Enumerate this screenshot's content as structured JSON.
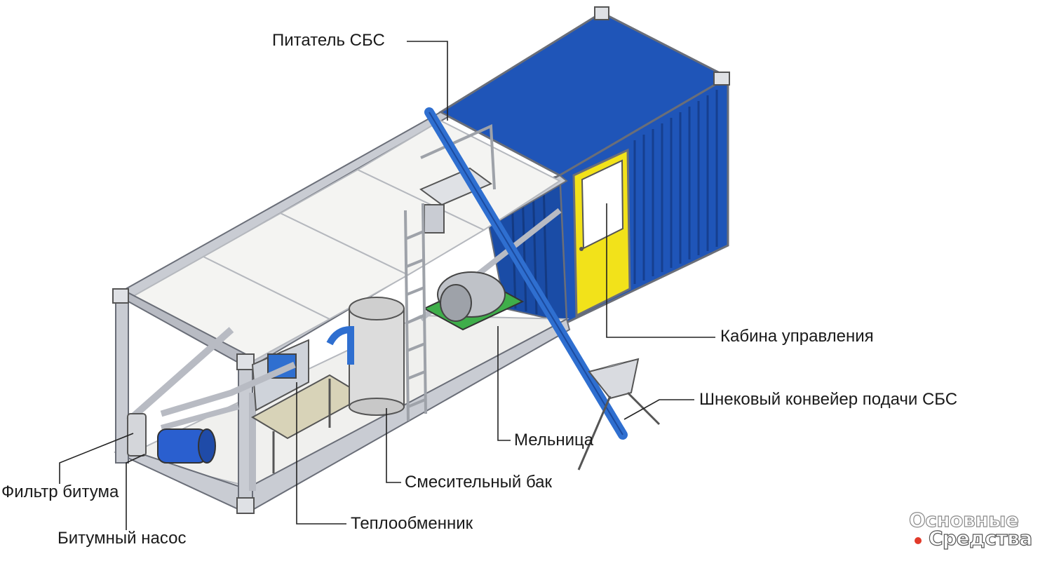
{
  "labels": {
    "feeder": "Питатель СБС",
    "cabin": "Кабина управления",
    "conveyor": "Шнековый конвейер подачи СБС",
    "mill": "Мельница",
    "mixing_tank": "Смесительный бак",
    "bitumen_filter": "Фильтр битума",
    "heat_exchanger": "Теплообменник",
    "bitumen_pump": "Битумный насос"
  },
  "logo": {
    "line1": "Основные",
    "line2": "Средства"
  },
  "colors": {
    "frame": "#c9ccd3",
    "frame_edge": "#6a6e78",
    "cabin_blue": "#1f55b8",
    "cabin_blue_dark": "#163f8f",
    "door_yellow": "#f2e21a",
    "roof_panel": "#f4f4f2",
    "floor": "#f0f0ee",
    "pipe_blue": "#2f6fd0",
    "pump_blue": "#2a5fcf",
    "tank_grey": "#dcdcdc",
    "mill_green": "#3fae4a",
    "table_top": "#d8d3b8",
    "leader": "#222222"
  }
}
